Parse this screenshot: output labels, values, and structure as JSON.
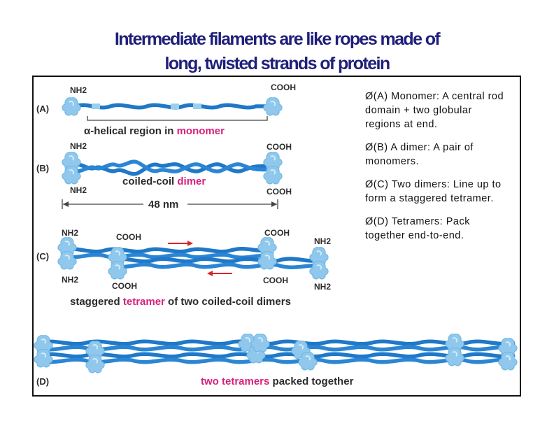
{
  "title_line1": "Intermediate filaments are like ropes made of",
  "title_line2": "long, twisted strands of  protein",
  "panels": {
    "A": {
      "letter": "(A)",
      "nh2": "NH2",
      "cooh": "COOH",
      "caption_prefix": "α-helical region in ",
      "caption_highlight": "monomer"
    },
    "B": {
      "letter": "(B)",
      "nh2_top": "NH2",
      "cooh_top": "COOH",
      "nh2_bottom": "NH2",
      "cooh_bottom": "COOH",
      "caption_prefix": "coiled-coil ",
      "caption_highlight": "dimer",
      "length": "48 nm"
    },
    "C": {
      "letter": "(C)",
      "nh2_tl": "NH2",
      "cooh_tl": "COOH",
      "cooh_tr": "COOH",
      "nh2_tr": "NH2",
      "nh2_bl": "NH2",
      "cooh_bl": "COOH",
      "cooh_br": "COOH",
      "nh2_br": "NH2",
      "caption_prefix": "staggered ",
      "caption_highlight": "tetramer",
      "caption_suffix": " of two coiled-coil dimers"
    },
    "D": {
      "letter": "(D)",
      "caption_highlight": "two tetramers",
      "caption_suffix": " packed together"
    }
  },
  "notes": [
    {
      "prefix": "Ø(A) ",
      "bold": "Monomer",
      "text": ": A central rod domain + two globular regions at end."
    },
    {
      "prefix": "Ø(B) ",
      "bold": "A dimer:",
      "text": " A pair of monomers."
    },
    {
      "prefix": "Ø(C) ",
      "bold": "Two dimers:",
      "text": " Line up to form a staggered tetramer."
    },
    {
      "prefix": "Ø(D) ",
      "bold": "Tetramers",
      "text": ": Pack together end-to-end."
    }
  ],
  "colors": {
    "strand": "#1f78c8",
    "strand_light": "#9ad0ee",
    "globule": "#8fc8ec",
    "arrow": "#d9262b",
    "highlight": "#d6217e",
    "title": "#1f1f7a"
  }
}
